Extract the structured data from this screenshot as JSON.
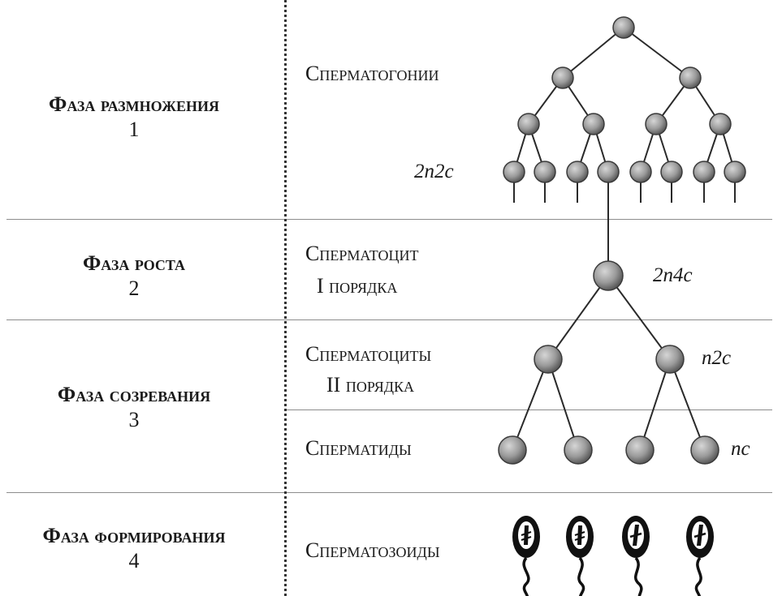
{
  "phases": [
    {
      "title": "Фаза размножения",
      "number": "1"
    },
    {
      "title": "Фаза роста",
      "number": "2"
    },
    {
      "title": "Фаза созревания",
      "number": "3"
    },
    {
      "title": "Фаза формирования",
      "number": "4"
    }
  ],
  "stages": {
    "spermatogonia": "Сперматогонии",
    "spermatocyte1_line1": "Сперматоцит",
    "spermatocyte1_line2": "I порядка",
    "spermatocyte2_line1": "Сперматоциты",
    "spermatocyte2_line2": "II порядка",
    "spermatids": "Сперматиды",
    "spermatozoa": "Сперматозоиды"
  },
  "ploidy": {
    "spermatogonia": "2n2c",
    "spermatocyte1": "2n4c",
    "spermatocyte2": "n2c",
    "spermatids": "nc"
  }
}
